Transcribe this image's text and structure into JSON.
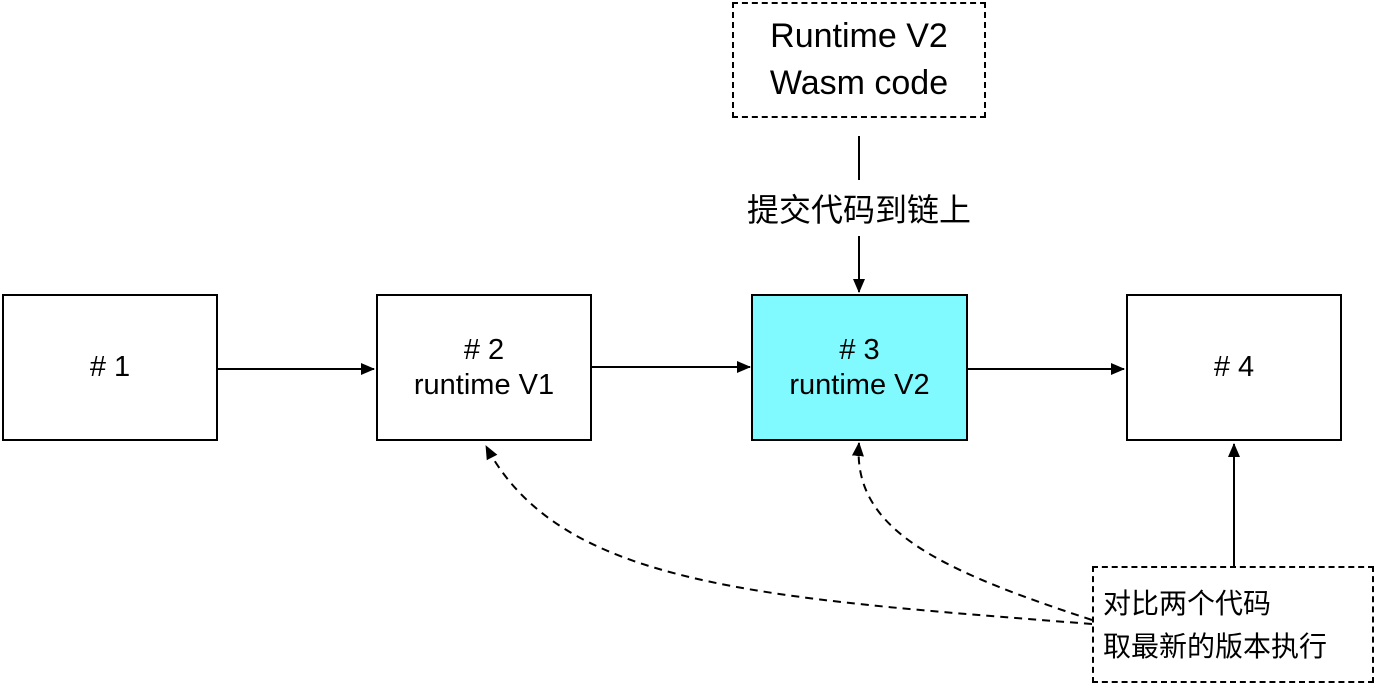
{
  "colors": {
    "highlight_block": "#80FAFF",
    "stroke": "#000000",
    "background": "#FFFFFF"
  },
  "blocks": [
    {
      "id": "block-1",
      "line1": "# 1",
      "line2": ""
    },
    {
      "id": "block-2",
      "line1": "# 2",
      "line2": "runtime V1"
    },
    {
      "id": "block-3",
      "line1": "# 3",
      "line2": "runtime V2"
    },
    {
      "id": "block-4",
      "line1": "# 4",
      "line2": ""
    }
  ],
  "runtime_source": {
    "line1": "Runtime  V2",
    "line2": "Wasm code"
  },
  "submit_label": "提交代码到链上",
  "comparison_note": {
    "line1": "对比两个代码",
    "line2": "取最新的版本执行"
  },
  "connectors": [
    {
      "from": "block-1",
      "to": "block-2",
      "style": "solid"
    },
    {
      "from": "block-2",
      "to": "block-3",
      "style": "solid"
    },
    {
      "from": "block-3",
      "to": "block-4",
      "style": "solid"
    },
    {
      "from": "runtime-source",
      "to": "block-3",
      "style": "solid",
      "label": "submit_label"
    },
    {
      "from": "comparison-note",
      "to": "block-2",
      "style": "dashed"
    },
    {
      "from": "comparison-note",
      "to": "block-3",
      "style": "dashed"
    },
    {
      "from": "comparison-note",
      "to": "block-4",
      "style": "solid"
    }
  ]
}
